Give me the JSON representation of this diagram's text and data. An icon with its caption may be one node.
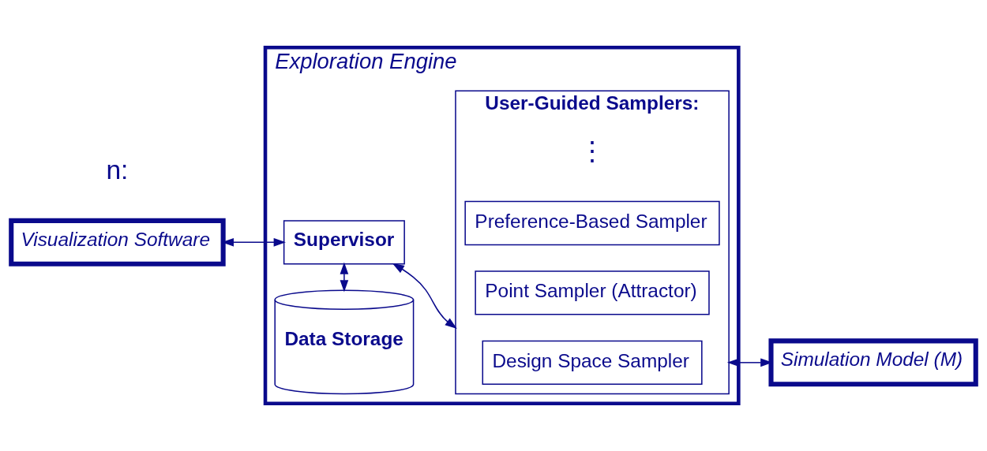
{
  "diagram": {
    "nodes": [
      {
        "text": [
          "Exploration Engine"
        ]
      },
      {
        "text": [
          "Visualization Software"
        ]
      },
      {
        "text": [
          "Supervisor"
        ],
        "in": 0
      },
      {
        "text": [
          "Data Storage"
        ],
        "in": 0
      },
      {
        "text": [
          "User-Guided Samplers:"
        ],
        "in": 0
      },
      {
        "text": [
          "Design Space Sampler"
        ],
        "in": 4
      },
      {
        "text": [
          "Point Sampler (Attractor)"
        ],
        "in": 4
      },
      {
        "text": [
          "Preference-Based Sampler"
        ],
        "in": 4
      },
      {
        "text": [
          "Simulation Model (M)"
        ]
      }
    ],
    "edges": [
      {
        "from": 1,
        "to": 2,
        "arrow": "both"
      },
      {
        "from": 2,
        "to": 4,
        "arrow": "both"
      },
      {
        "from": 2,
        "to": 3,
        "arrow": "both"
      },
      {
        "from": 4,
        "to": 8,
        "arrow": "both"
      }
    ],
    "labels": [
      "n:",
      "⋮"
    ]
  }
}
